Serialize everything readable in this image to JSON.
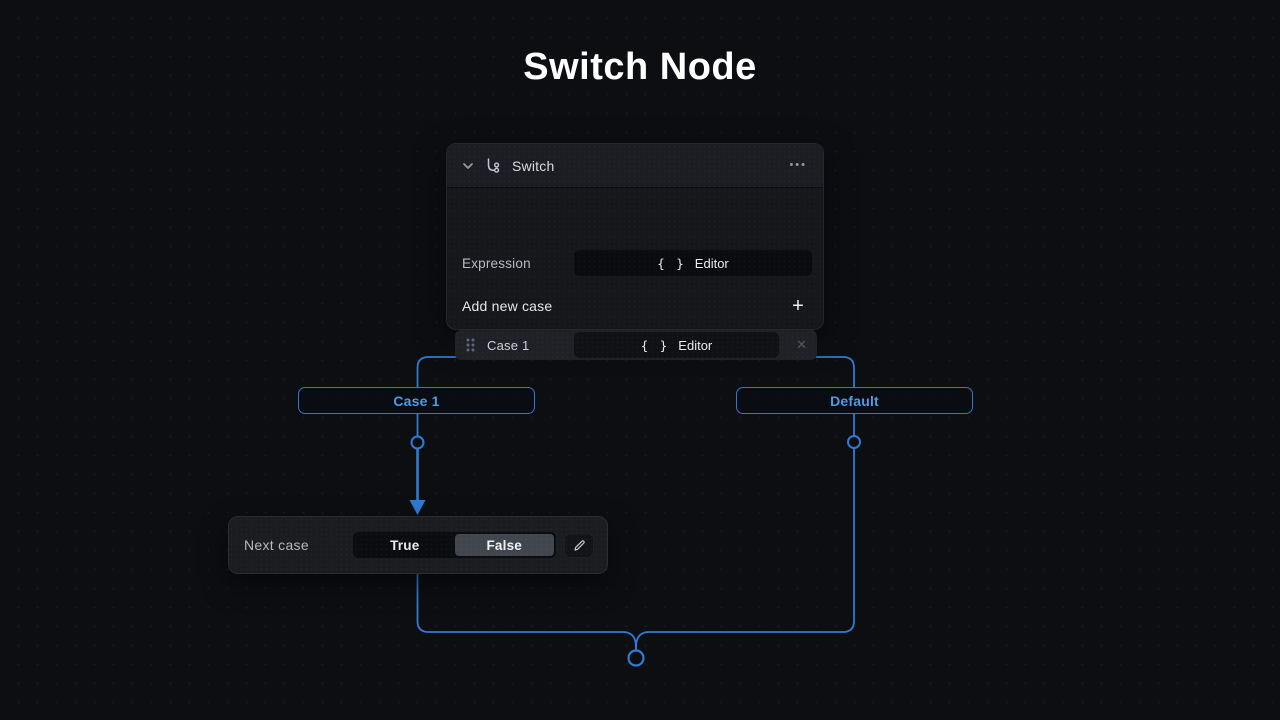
{
  "page": {
    "title": "Switch Node"
  },
  "colors": {
    "background": "#0d0e12",
    "connector_blue": "#2e7bd4",
    "branch_border": "#3178c6",
    "branch_text": "#4f9be5",
    "card_bg": "#16171b",
    "card_header_bg": "#1c1d22",
    "editor_btn_bg": "#0a0b0e",
    "toggle_selected_bg": "#41454d"
  },
  "switch_node": {
    "header": {
      "title": "Switch"
    },
    "expression_row": {
      "label": "Expression",
      "editor_braces": "{ }",
      "editor_label": "Editor"
    },
    "add_case_row": {
      "label": "Add new case"
    },
    "case_row": {
      "label": "Case 1",
      "editor_braces": "{ }",
      "editor_label": "Editor"
    }
  },
  "branch_labels": {
    "case": "Case 1",
    "default": "Default"
  },
  "next_case_node": {
    "label": "Next case",
    "toggle": {
      "true_label": "True",
      "false_label": "False",
      "selected": "False"
    }
  },
  "icons": {
    "ellipsis": "•••",
    "plus": "+",
    "close": "✕"
  }
}
